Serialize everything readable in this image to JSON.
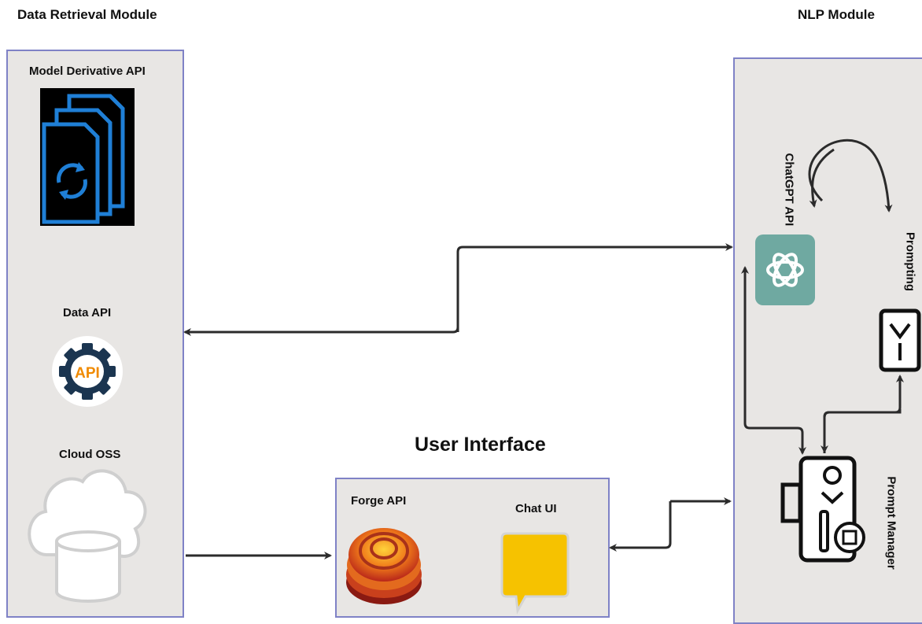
{
  "modules": {
    "data_retrieval": "Data Retrieval Module",
    "nlp": "NLP Module",
    "user_interface": "User Interface"
  },
  "data_retrieval": {
    "model_derivative": "Model Derivative API",
    "data_api": "Data API",
    "api_badge_text": "API",
    "cloud_oss": "Cloud OSS"
  },
  "ui": {
    "forge_api": "Forge API",
    "chat_ui": "Chat UI"
  },
  "nlp": {
    "chatgpt_api": "ChatGPT API",
    "prompting": "Prompting",
    "prompt_manager": "Prompt Manager"
  },
  "colors": {
    "panel_fill": "#e8e6e4",
    "panel_border": "#7f82c6",
    "chatgpt_teal": "#6fa9a1",
    "chat_bubble": "#f6c200",
    "api_orange": "#f08a00",
    "gear_navy": "#1b3550",
    "file_blue": "#1f7fd6"
  }
}
